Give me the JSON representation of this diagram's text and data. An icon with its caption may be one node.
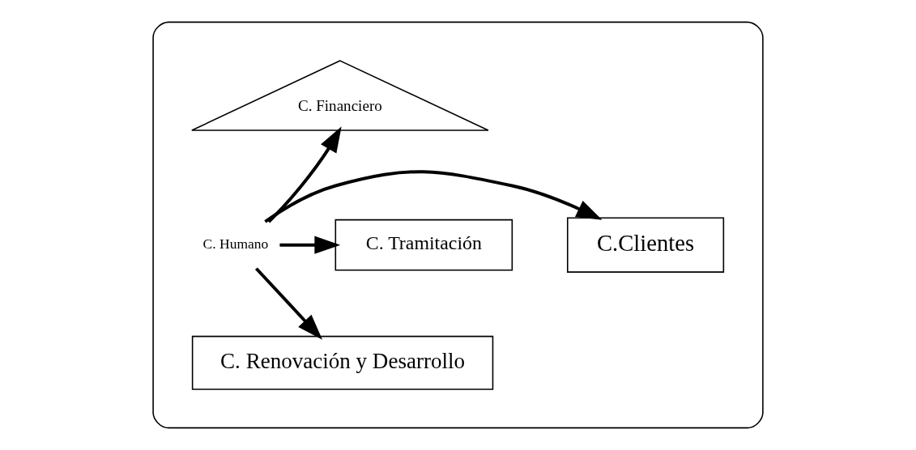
{
  "diagram": {
    "nodes": [
      {
        "text": [],
        "shape": "ellipse"
      },
      {
        "text": [
          "C. Financiero"
        ],
        "in": 0
      },
      {
        "text": [
          "C.Clientes"
        ],
        "in": 0
      },
      {
        "text": [
          "C. Humano"
        ],
        "in": 0
      },
      {
        "text": [
          "C. Tramitación"
        ],
        "in": 0
      },
      {
        "text": [
          "C. Renovación y Desarrollo"
        ],
        "in": 0
      }
    ],
    "edges": [
      {
        "from": 3,
        "to": 1,
        "arrow": "to"
      },
      {
        "from": 3,
        "to": 2,
        "arrow": "to"
      },
      {
        "from": 3,
        "to": 4,
        "arrow": "to"
      },
      {
        "from": 3,
        "to": 5,
        "arrow": "to"
      }
    ]
  }
}
